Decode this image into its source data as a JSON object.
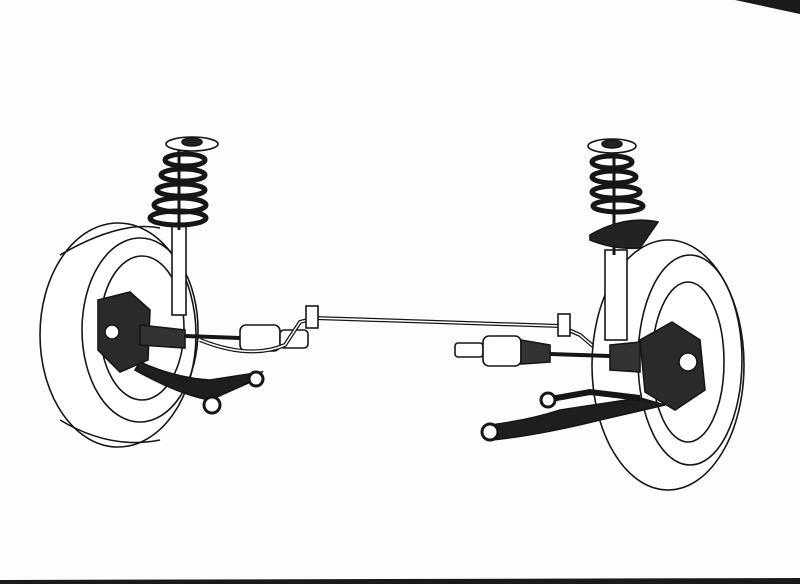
{
  "colors": {
    "paper": "#fdfdfd",
    "ink": "#161616",
    "background": "#1a1a1a"
  },
  "illustration": {
    "subject_parts": [
      "left-wheel",
      "left-strut",
      "left-spring",
      "left-driveshaft",
      "left-control-arm",
      "stabilizer-bar",
      "right-wheel",
      "right-strut",
      "right-spring",
      "right-driveshaft",
      "right-control-arm"
    ]
  }
}
